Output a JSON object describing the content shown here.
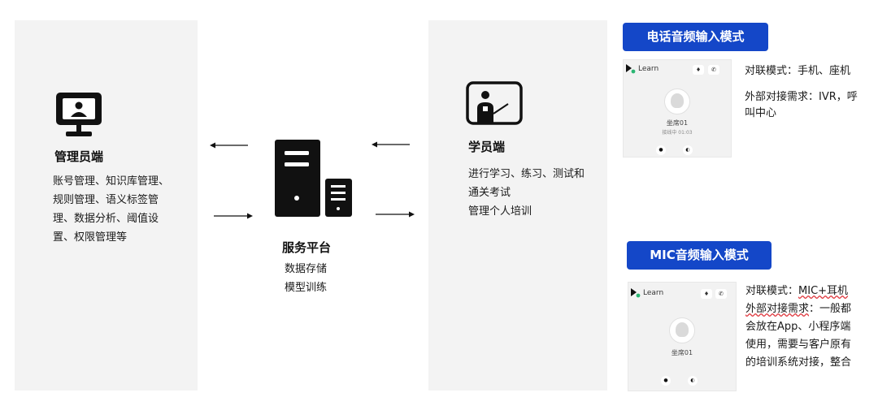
{
  "admin": {
    "title": "管理员端",
    "lines": [
      "账号管理、知识库管理、",
      "规则管理、语义标签管",
      "理、数据分析、阈值设",
      "置、权限管理等"
    ]
  },
  "platform": {
    "title": "服务平台",
    "lines": [
      "数据存储",
      "模型训练"
    ]
  },
  "student": {
    "title": "学员端",
    "lines": [
      "进行学习、练习、测试和",
      "通关考试",
      "管理个人培训"
    ]
  },
  "phone_mode": {
    "label": "电话音频输入模式",
    "mock": {
      "brand": "Learn",
      "seat": "坐席01",
      "sub": "接线中 01:03"
    },
    "desc": [
      "对联模式：手机、座机",
      "外部对接需求：IVR，呼",
      "叫中心"
    ]
  },
  "mic_mode": {
    "label": "MIC音频输入模式",
    "mock": {
      "brand": "Learn",
      "seat": "坐席01"
    },
    "desc_prefix_1": "对联模式：",
    "desc_underlined_1": "MIC+耳机",
    "desc_underlined_2": "外部对接需求",
    "desc_rest_2": "：一般都",
    "desc_more": [
      "会放在App、小程序端",
      "使用，需要与客户原有",
      "的培训系统对接，整合"
    ]
  },
  "colors": {
    "accent": "#1447c8",
    "icon": "#111111",
    "panel": "#f3f3f3"
  },
  "icons": [
    "monitor-user-icon",
    "server-icon",
    "classroom-icon",
    "arrow-left-icon",
    "arrow-right-icon",
    "phone-icon",
    "mic-icon"
  ]
}
